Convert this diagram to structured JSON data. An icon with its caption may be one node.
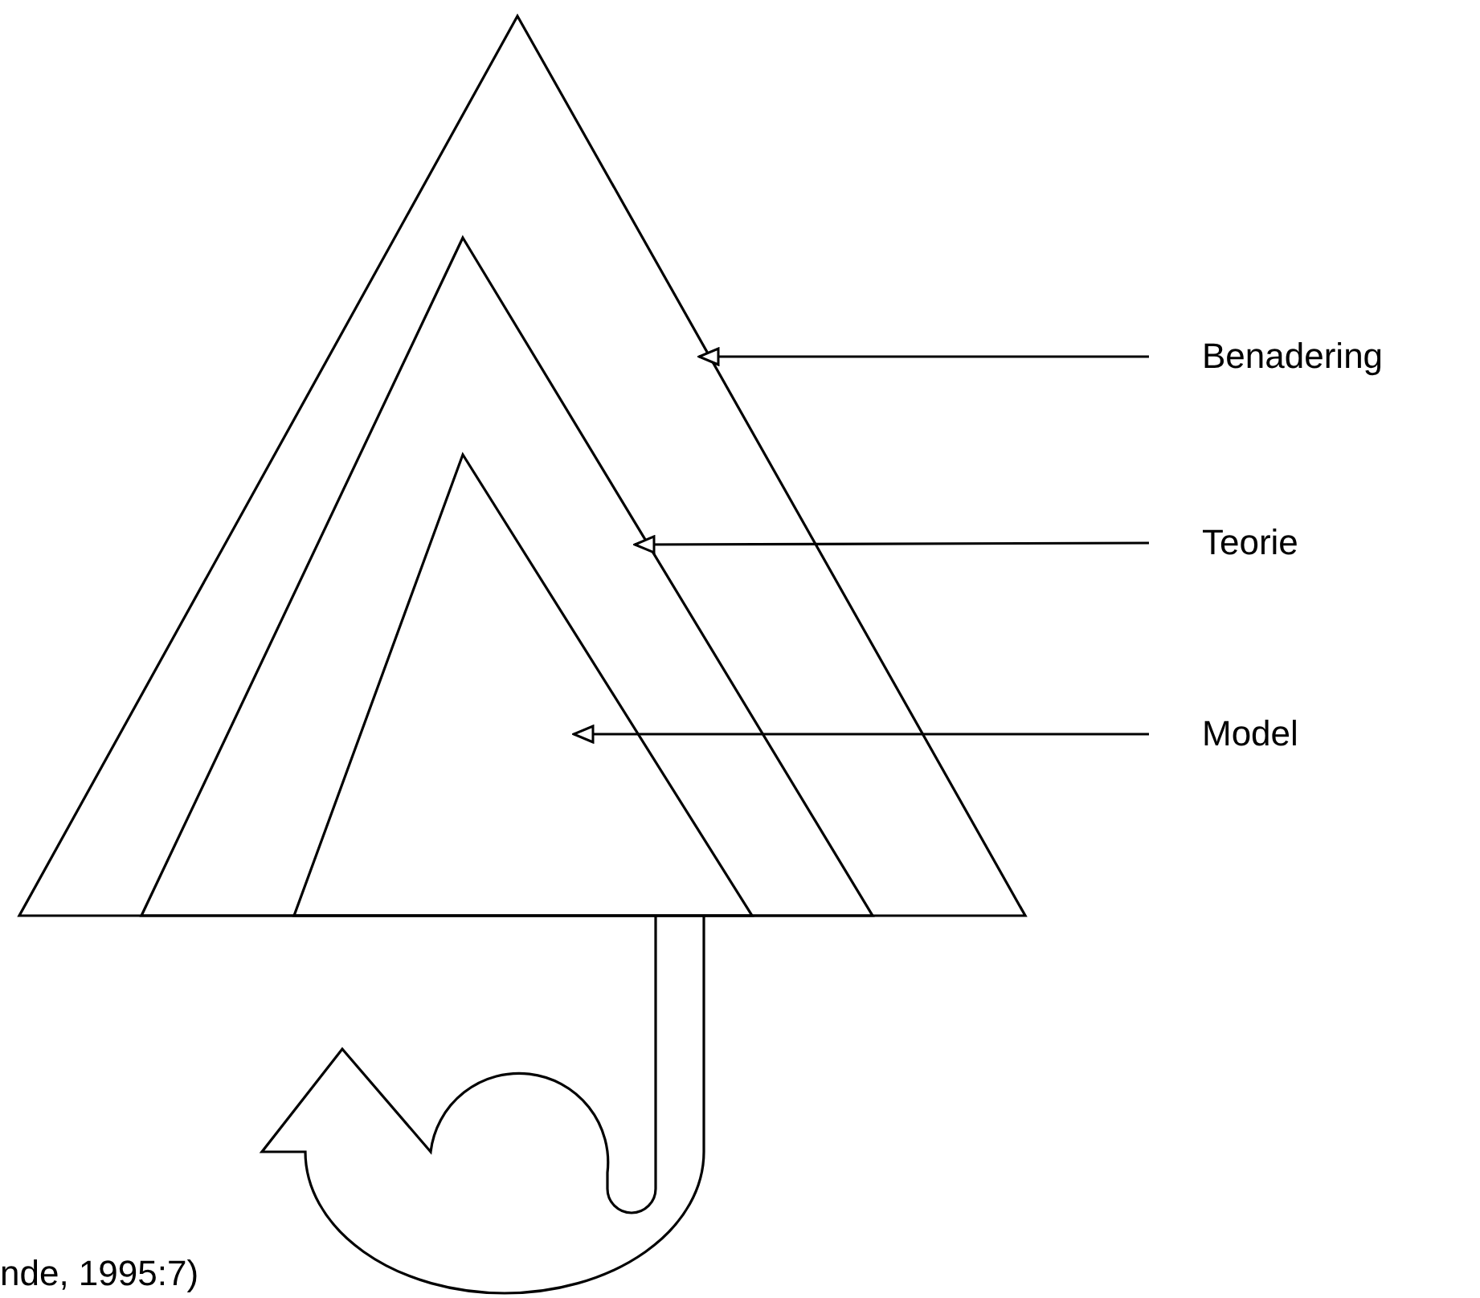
{
  "diagram": {
    "nodes": [
      {
        "text": [],
        "shape": "triangle"
      },
      {
        "text": [],
        "shape": "triangle",
        "in": 0
      },
      {
        "text": [],
        "shape": "triangle",
        "in": 1
      },
      {
        "text": [
          "Benadering"
        ]
      },
      {
        "text": [
          "Teorie"
        ]
      },
      {
        "text": [
          "Model"
        ]
      }
    ],
    "edges": [
      {
        "from": 3,
        "to": 0,
        "arrow": "to"
      },
      {
        "from": 4,
        "to": 1,
        "arrow": "to"
      },
      {
        "from": 5,
        "to": 2,
        "arrow": "to"
      }
    ],
    "labels": [
      "nde, 1995:7)"
    ]
  }
}
